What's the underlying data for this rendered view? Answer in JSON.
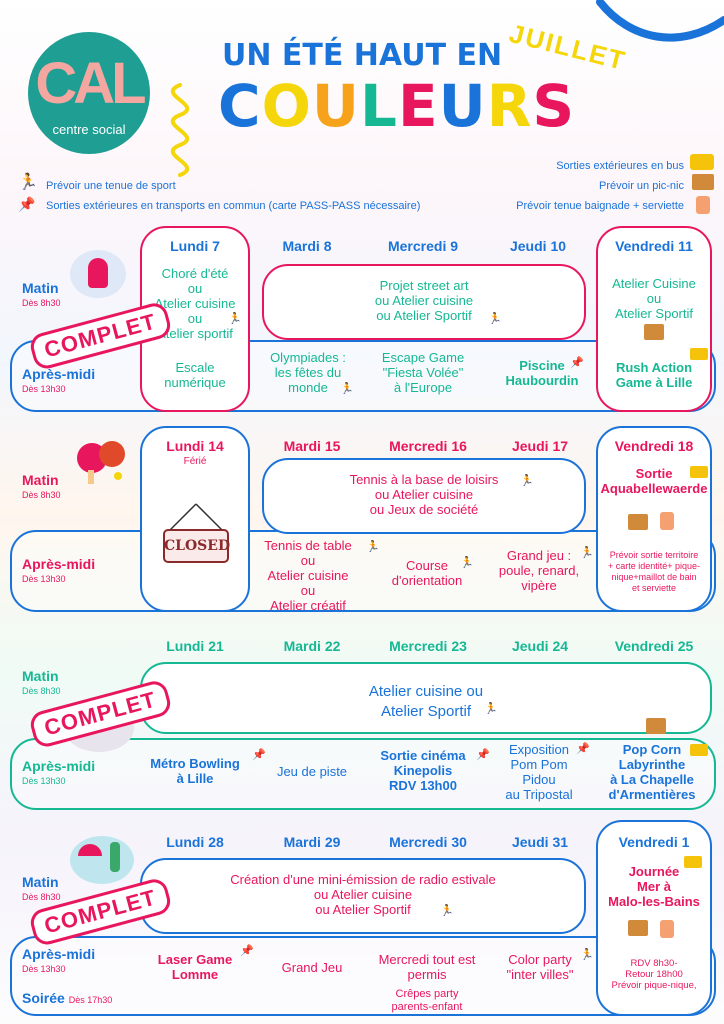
{
  "logo": {
    "letters": "CAL",
    "subtitle": "centre social"
  },
  "title": {
    "line1": "UN ÉTÉ HAUT EN",
    "line2": [
      "C",
      "O",
      "U",
      "L",
      "E",
      "U",
      "R",
      "S"
    ],
    "month": "JUILLET"
  },
  "legend_right": [
    "Sorties extérieures en bus",
    "Prévoir un pic-nic",
    "Prévoir tenue baignade + serviette"
  ],
  "legend_left": [
    "Prévoir une tenue de sport",
    "Sorties extérieures en transports en commun (carte PASS-PASS nécessaire)"
  ],
  "stamp": "COMPLET",
  "closed": "CLOSED",
  "week1": {
    "days": [
      "Lundi 7",
      "Mardi 8",
      "Mercredi 9",
      "Jeudi 10",
      "Vendredi 11"
    ],
    "matin": "Matin",
    "matin_time": "Dès 8h30",
    "aprem": "Après-midi",
    "aprem_time": "Dès 13h30",
    "mon_am": "Choré d'été\nou\nAtelier cuisine\nou\nAtelier sportif",
    "mon_pm": "Escale\nnumérique",
    "mid_am": "Projet street art\nou Atelier cuisine\nou Atelier Sportif",
    "tue_pm": "Olympiades :\nles fêtes du\nmonde",
    "wed_pm": "Escape Game\n\"Fiesta Volée\"\nà l'Europe",
    "thu_pm": "Piscine\nHaubourdin",
    "fri_am": "Atelier Cuisine\nou\nAtelier Sportif",
    "fri_pm": "Rush Action\nGame à Lille"
  },
  "week2": {
    "days": [
      "Lundi 14",
      "Mardi 15",
      "Mercredi 16",
      "Jeudi 17",
      "Vendredi 18"
    ],
    "ferie": "Férié",
    "matin": "Matin",
    "matin_time": "Dès 8h30",
    "aprem": "Après-midi",
    "aprem_time": "Dès 13h30",
    "mid_am": "Tennis à la base de loisirs\nou Atelier cuisine\nou Jeux de société",
    "tue_pm": "Tennis de table\nou\nAtelier cuisine\nou\nAtelier créatif",
    "wed_pm": "Course\nd'orientation",
    "thu_pm": "Grand jeu :\npoule, renard,\nvipère",
    "fri_am": "Sortie\nAquabellewaerde",
    "fri_pm": "Prévoir sortie territoire\n+ carte identité+ pique-\nnique+maillot de bain\net serviette"
  },
  "week3": {
    "days": [
      "Lundi 21",
      "Mardi 22",
      "Mercredi 23",
      "Jeudi 24",
      "Vendredi 25"
    ],
    "matin": "Matin",
    "matin_time": "Dès 8h30",
    "aprem": "Après-midi",
    "aprem_time": "Dès 13h30",
    "am": "Atelier cuisine ou\nAtelier Sportif",
    "mon_pm": "Métro Bowling\nà Lille",
    "tue_pm": "Jeu de piste",
    "wed_pm": "Sortie cinéma\nKinepolis\nRDV 13h00",
    "thu_pm": "Exposition\nPom Pom\nPidou\nau Tripostal",
    "fri_pm": "Pop Corn\nLabyrinthe\nà La Chapelle\nd'Armentières"
  },
  "week4": {
    "days": [
      "Lundi 28",
      "Mardi 29",
      "Mercredi 30",
      "Jeudi 31",
      "Vendredi 1"
    ],
    "matin": "Matin",
    "matin_time": "Dès 8h30",
    "aprem": "Après-midi",
    "aprem_time": "Dès 13h30",
    "soiree": "Soirée",
    "soiree_time": "Dès 17h30",
    "am": "Création d'une mini-émission de radio estivale\nou Atelier cuisine\nou Atelier Sportif",
    "mon_pm": "Laser Game\nLomme",
    "tue_pm": "Grand Jeu",
    "wed_pm": "Mercredi tout est\npermis",
    "wed_eve": "Crêpes party\nparents-enfant",
    "thu_pm": "Color party\n\"inter villes\"",
    "fri_am": "Journée\nMer à\nMalo-les-Bains",
    "fri_pm": "RDV 8h30-\nRetour 18h00\nPrévoir pique-nique,"
  },
  "colors": {
    "blue": "#1a73d9",
    "pink": "#e8175d",
    "green": "#16b894",
    "teal": "#1f9e93",
    "yellow": "#f5d60a"
  }
}
